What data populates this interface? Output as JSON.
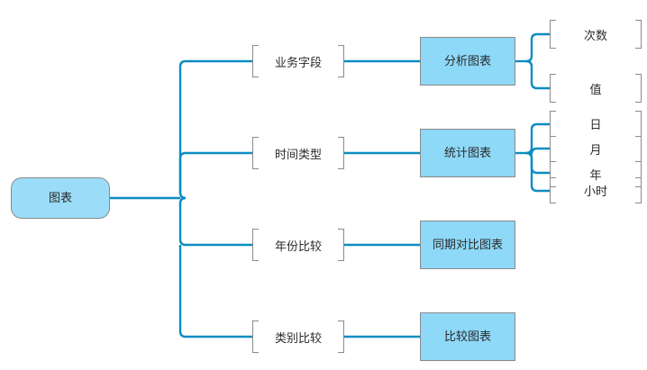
{
  "diagram": {
    "type": "mindmap-tree",
    "orientation": "left-to-right",
    "colors": {
      "node_fill": "#8ED8F8",
      "root_fill": "#9BDCF8",
      "node_border": "#8a8a8a",
      "connector": "#0D8DC2",
      "bracket": "#8a8a8a",
      "text": "#2b2b2b",
      "background": "#ffffff"
    },
    "root": {
      "label": "图表"
    },
    "level2": [
      {
        "label": "业务字段"
      },
      {
        "label": "时间类型"
      },
      {
        "label": "年份比较"
      },
      {
        "label": "类别比较"
      }
    ],
    "level3": [
      {
        "label": "分析图表"
      },
      {
        "label": "统计图表"
      },
      {
        "label": "同期对比图表"
      },
      {
        "label": "比较图表"
      }
    ],
    "level4_group_a": [
      {
        "label": "次数"
      },
      {
        "label": "值"
      }
    ],
    "level4_group_b": [
      {
        "label": "日"
      },
      {
        "label": "月"
      },
      {
        "label": "年"
      },
      {
        "label": "小时"
      }
    ]
  }
}
